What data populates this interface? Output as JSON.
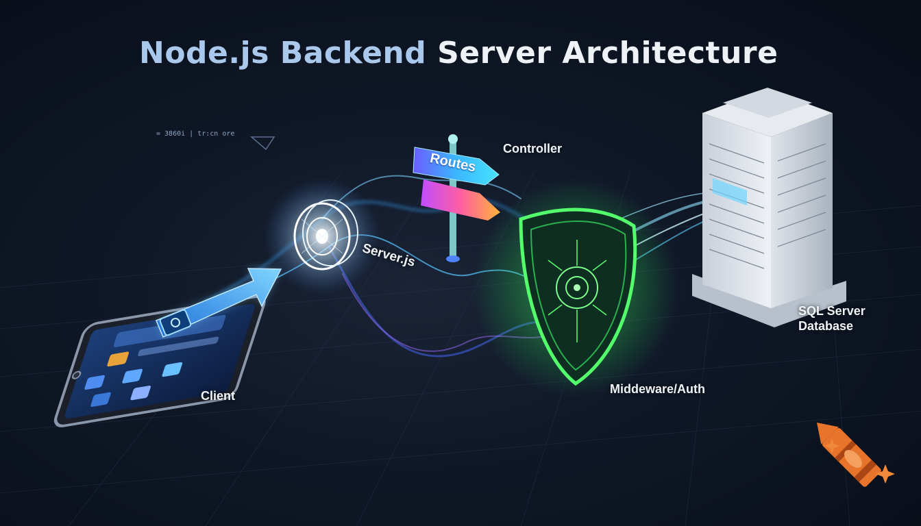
{
  "title_part1": "Node.js Backend",
  "title_part2": "Server Architecture",
  "small_text": "= 3860i | tr:cn ore",
  "nodes": {
    "client": "Client",
    "server": "Server.js",
    "routes": "Routes",
    "controller": "Controller",
    "middleware": "Middeware/Auth",
    "database_line1": "SQL Server",
    "database_line2": "Database"
  },
  "colors": {
    "background": "#0f1726",
    "title_accent": "#a9c8ec",
    "flow_blue": "#3aa8ff",
    "shield_green": "#3cf06a",
    "crayon_orange": "#e8742c"
  },
  "icons": [
    "phone-icon",
    "arrow-icon",
    "server-gear-icon",
    "signpost-icon",
    "shield-icon",
    "server-tower-icon",
    "crayon-icon",
    "sparkle-icon"
  ]
}
